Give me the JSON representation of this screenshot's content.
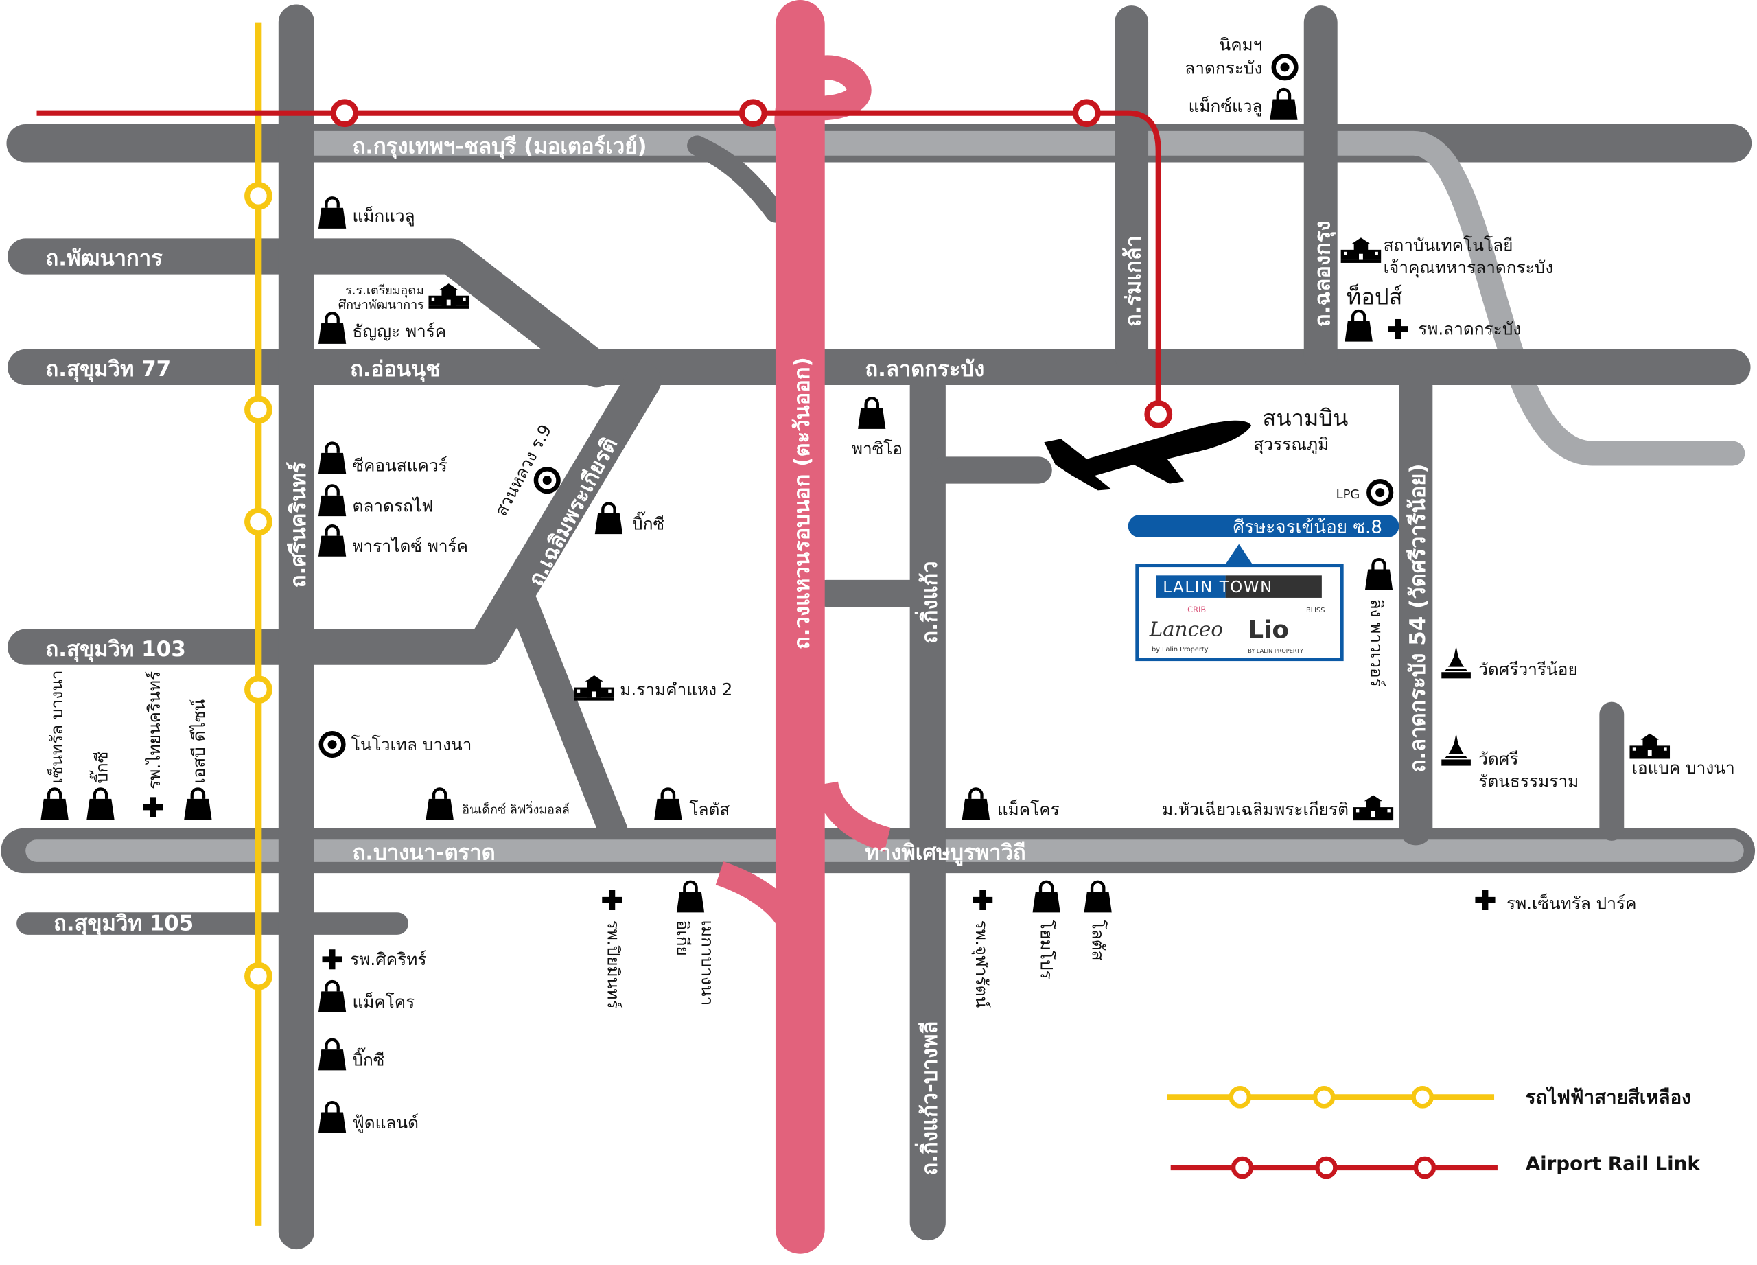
{
  "roads": {
    "motorway": "ถ.กรุงเทพฯ-ชลบุรี (มอเตอร์เวย์)",
    "phatthanakan": "ถ.พัฒนาการ",
    "sukhumvit77": "ถ.สุขุมวิท 77",
    "onnut": "ถ.อ่อนนุช",
    "latkrabang": "ถ.ลาดกระบัง",
    "sukhumvit103": "ถ.สุขุมวิท 103",
    "sukhumvit105": "ถ.สุขุมวิท 105",
    "bangna_trat": "ถ.บางนา-ตราด",
    "burapha": "ทางพิเศษบูรพาวิถี",
    "srinakarin": "ถ.ศรีนครินทร์",
    "outer_ring": "ถ.วงแหวนรอบนอก (ตะวันออก)",
    "chaloem": "ถ.เฉลิมพระเกียรติ",
    "kingkaeo": "ถ.กิ่งแก้ว",
    "kingkaeo_bangphli": "ถ.กิ่งแก้ว-บางพลี",
    "romklao": "ถ.ร่มเกล้า",
    "chalongkrung": "ถ.ฉลองกรุง",
    "latkrabang54": "ถ.ลาดกระบัง 54 (วัดศรีวารีน้อย)",
    "srisa_soi8": "ศีรษะจรเข้น้อย ซ.8"
  },
  "places": {
    "nikhom_1": "นิคมฯ",
    "nikhom_2": "ลาดกระบัง",
    "makro_value_top": "แม็กซ์แวลู",
    "max_value": "แม็กแวลู",
    "school1_1": "ร.ร.เตรียมอุดม",
    "school1_2": "ศึกษาพัฒนาการ",
    "thanya": "ธัญญะ พาร์ค",
    "seacon": "ซีคอนสแควร์",
    "train_market": "ตลาดรถไฟ",
    "paradise": "พาราไดซ์ พาร์ค",
    "suanluang": "สวนหลวง ร.9",
    "bigc1": "บิ๊กซี",
    "paseo": "พาซิโอ",
    "airport_1": "สนามบิน",
    "airport_2": "สุวรรณภูมิ",
    "inst_1": "สถาบันเทคโนโลยี",
    "inst_2": "เจ้าคุณทหารลาดกระบัง",
    "tops": "ท็อปส์",
    "hosp_latkrabang": "รพ.ลาดกระบัง",
    "lpg": "LPG",
    "lingpower": "ลิง พาวเวอร์",
    "wat_sriwari": "วัดศรีวารีน้อย",
    "wat_sri_1": "วัดศรี",
    "wat_sri_2": "รัตนธรรมราม",
    "abac": "เอแบค บางนา",
    "ramkhamhaeng2": "ม.รามคำแหง 2",
    "novotel": "โนโวเทล บางนา",
    "central_bangna": "เซ็นทรัล บางนา",
    "bigc2": "บิ๊กซี",
    "thainakarin": "รพ.ไทยนครินทร์",
    "sb_design": "เอสบี ดีไซน์",
    "index": "อินเด็กซ์ ลิฟวิ่งมอลล์",
    "lotus1": "โลตัส",
    "makro1": "แม็คโคร",
    "huachiew": "ม.หัวเฉียวเฉลิมพระเกียรติ",
    "piyamin": "รพ.ปิยมินทร์",
    "ikea_1": "อิเกีย",
    "ikea_2": "เมกาบางนา",
    "chularat": "รพ.จุฬารัตน์",
    "homepro": "โฮมโปร",
    "lotus2": "โลตัส",
    "central_park": "รพ.เซ็นทรัล ปาร์ค",
    "sikarin": "รพ.ศิคริทร์",
    "makro2": "แม็คโคร",
    "bigc3": "บิ๊กซี",
    "foodland": "ฟู้ดแลนด์"
  },
  "project": {
    "brand": "LALIN TOWN",
    "brand_a": "ALIN",
    "brand_b": "TOWN",
    "lanceo": "Lanceo",
    "lanceo_tag": "CRIB",
    "lanceo_by": "by Lalin Property",
    "lio": "Lio",
    "lio_tag": "BLISS",
    "lio_by": "BY LALIN PROPERTY"
  },
  "legend": {
    "yellow": "รถไฟฟ้าสายสีเหลือง",
    "airport": "Airport Rail Link"
  },
  "colors": {
    "road": "#6d6e71",
    "road_light": "#a7a9ac",
    "ring": "#e2627c",
    "yellow": "#f7c712",
    "red": "#c7161e",
    "blue": "#0c5aa6"
  }
}
